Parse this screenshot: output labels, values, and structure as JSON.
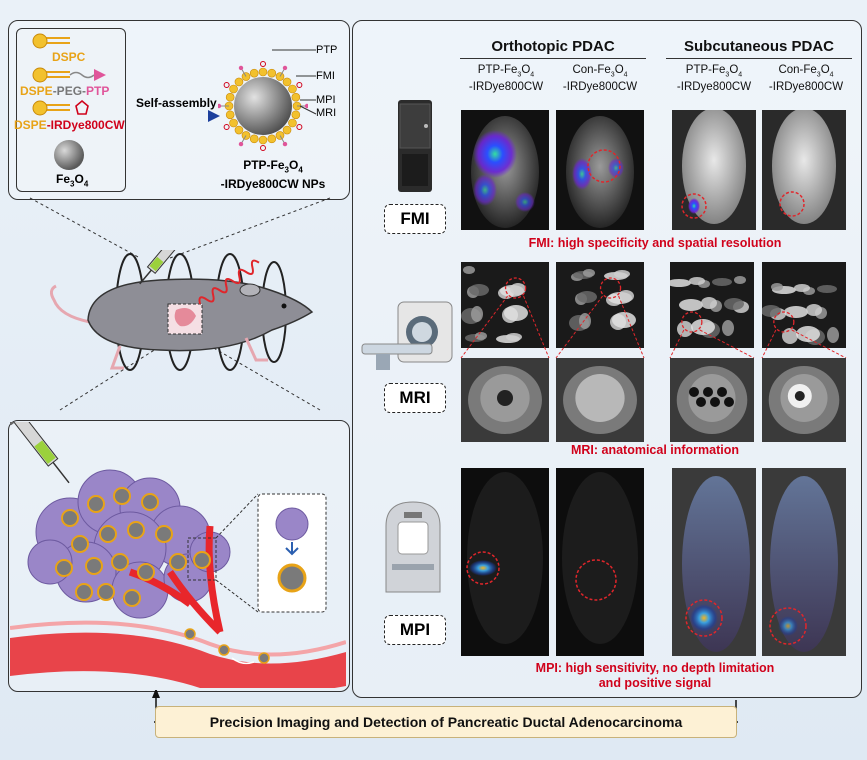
{
  "legend": {
    "dspc": "DSPC",
    "dspe_peg_ptp": [
      "DSPE",
      "-PEG-",
      "PTP"
    ],
    "dspe_irdye": [
      "DSPE",
      "-IRDye800CW"
    ],
    "fe3o4": "Fe",
    "fe3o4_sub1": "3",
    "fe3o4_o": "O",
    "fe3o4_sub2": "4"
  },
  "assembly": {
    "arrow_label": "Self-assembly",
    "tags": [
      "PTP",
      "FMI",
      "MPI",
      "MRI"
    ],
    "np_name_line1_a": "PTP-Fe",
    "np_name_line1_sub1": "3",
    "np_name_line1_b": "O",
    "np_name_line1_sub2": "4",
    "np_name_line2": "-IRDye800CW NPs"
  },
  "groups": {
    "orthotopic": "Orthotopic PDAC",
    "subcutaneous": "Subcutaneous PDAC"
  },
  "columns": [
    {
      "l1a": "PTP-Fe",
      "s1": "3",
      "l1b": "O",
      "s2": "4",
      "l2": "-IRDye800CW"
    },
    {
      "l1a": "Con-Fe",
      "s1": "3",
      "l1b": "O",
      "s2": "4",
      "l2": "-IRDye800CW"
    },
    {
      "l1a": "PTP-Fe",
      "s1": "3",
      "l1b": "O",
      "s2": "4",
      "l2": "-IRDye800CW"
    },
    {
      "l1a": "Con-Fe",
      "s1": "3",
      "l1b": "O",
      "s2": "4",
      "l2": "-IRDye800CW"
    }
  ],
  "modalities": {
    "fmi": "FMI",
    "mri": "MRI",
    "mpi": "MPI"
  },
  "captions": {
    "fmi": "FMI: high specificity and spatial resolution",
    "mri": "MRI: anatomical information",
    "mpi_line1": "MPI: high sensitivity, no depth limitation",
    "mpi_line2": "and positive signal"
  },
  "banner": "Precision Imaging and Detection of Pancreatic Ductal Adenocarcinoma",
  "colors": {
    "gold": "#e8a317",
    "pink": "#e0559a",
    "red": "#d0021b",
    "grey_np": "#8c8c8c",
    "vessel": "#e8262b",
    "tumor": "#9a86c8"
  }
}
